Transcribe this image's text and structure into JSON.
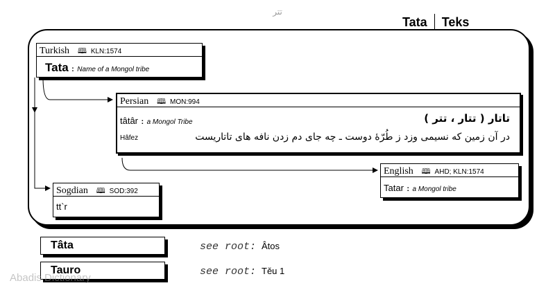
{
  "top_word": "تتر",
  "header": {
    "word": "Tata",
    "dictionary": "Teks"
  },
  "turkish": {
    "language": "Turkish",
    "source": "KLN:1574",
    "word": "Tata",
    "colon": ":",
    "gloss": "Name of a Mongol tribe"
  },
  "persian": {
    "language": "Persian",
    "source": "MON:994",
    "translit": "tâtâr",
    "colon": ":",
    "gloss": "a Mongol Tribe",
    "arabic_word": "تاتار ( تتار ، تتر )",
    "quote_author": "Hâfez",
    "quote": "در آن زمین که نسیمی وزد ز طُرّهٔ دوست ـ چه جای دم زدن نافه های تاتاریست"
  },
  "english": {
    "language": "English",
    "source": "AHD; KLN:1574",
    "word": "Tatar",
    "colon": ":",
    "gloss": "a Mongol tribe"
  },
  "sogdian": {
    "language": "Sogdian",
    "source": "SOD:392",
    "word": "tt`r"
  },
  "see_also": [
    {
      "entry": "Tâta",
      "label": "see root:",
      "target": "Âtos"
    },
    {
      "entry": "Tauro",
      "label": "see root:",
      "target": "Těu 1"
    }
  ],
  "watermark": "Abadis Dictionary",
  "icons": {
    "book": "book-icon"
  }
}
